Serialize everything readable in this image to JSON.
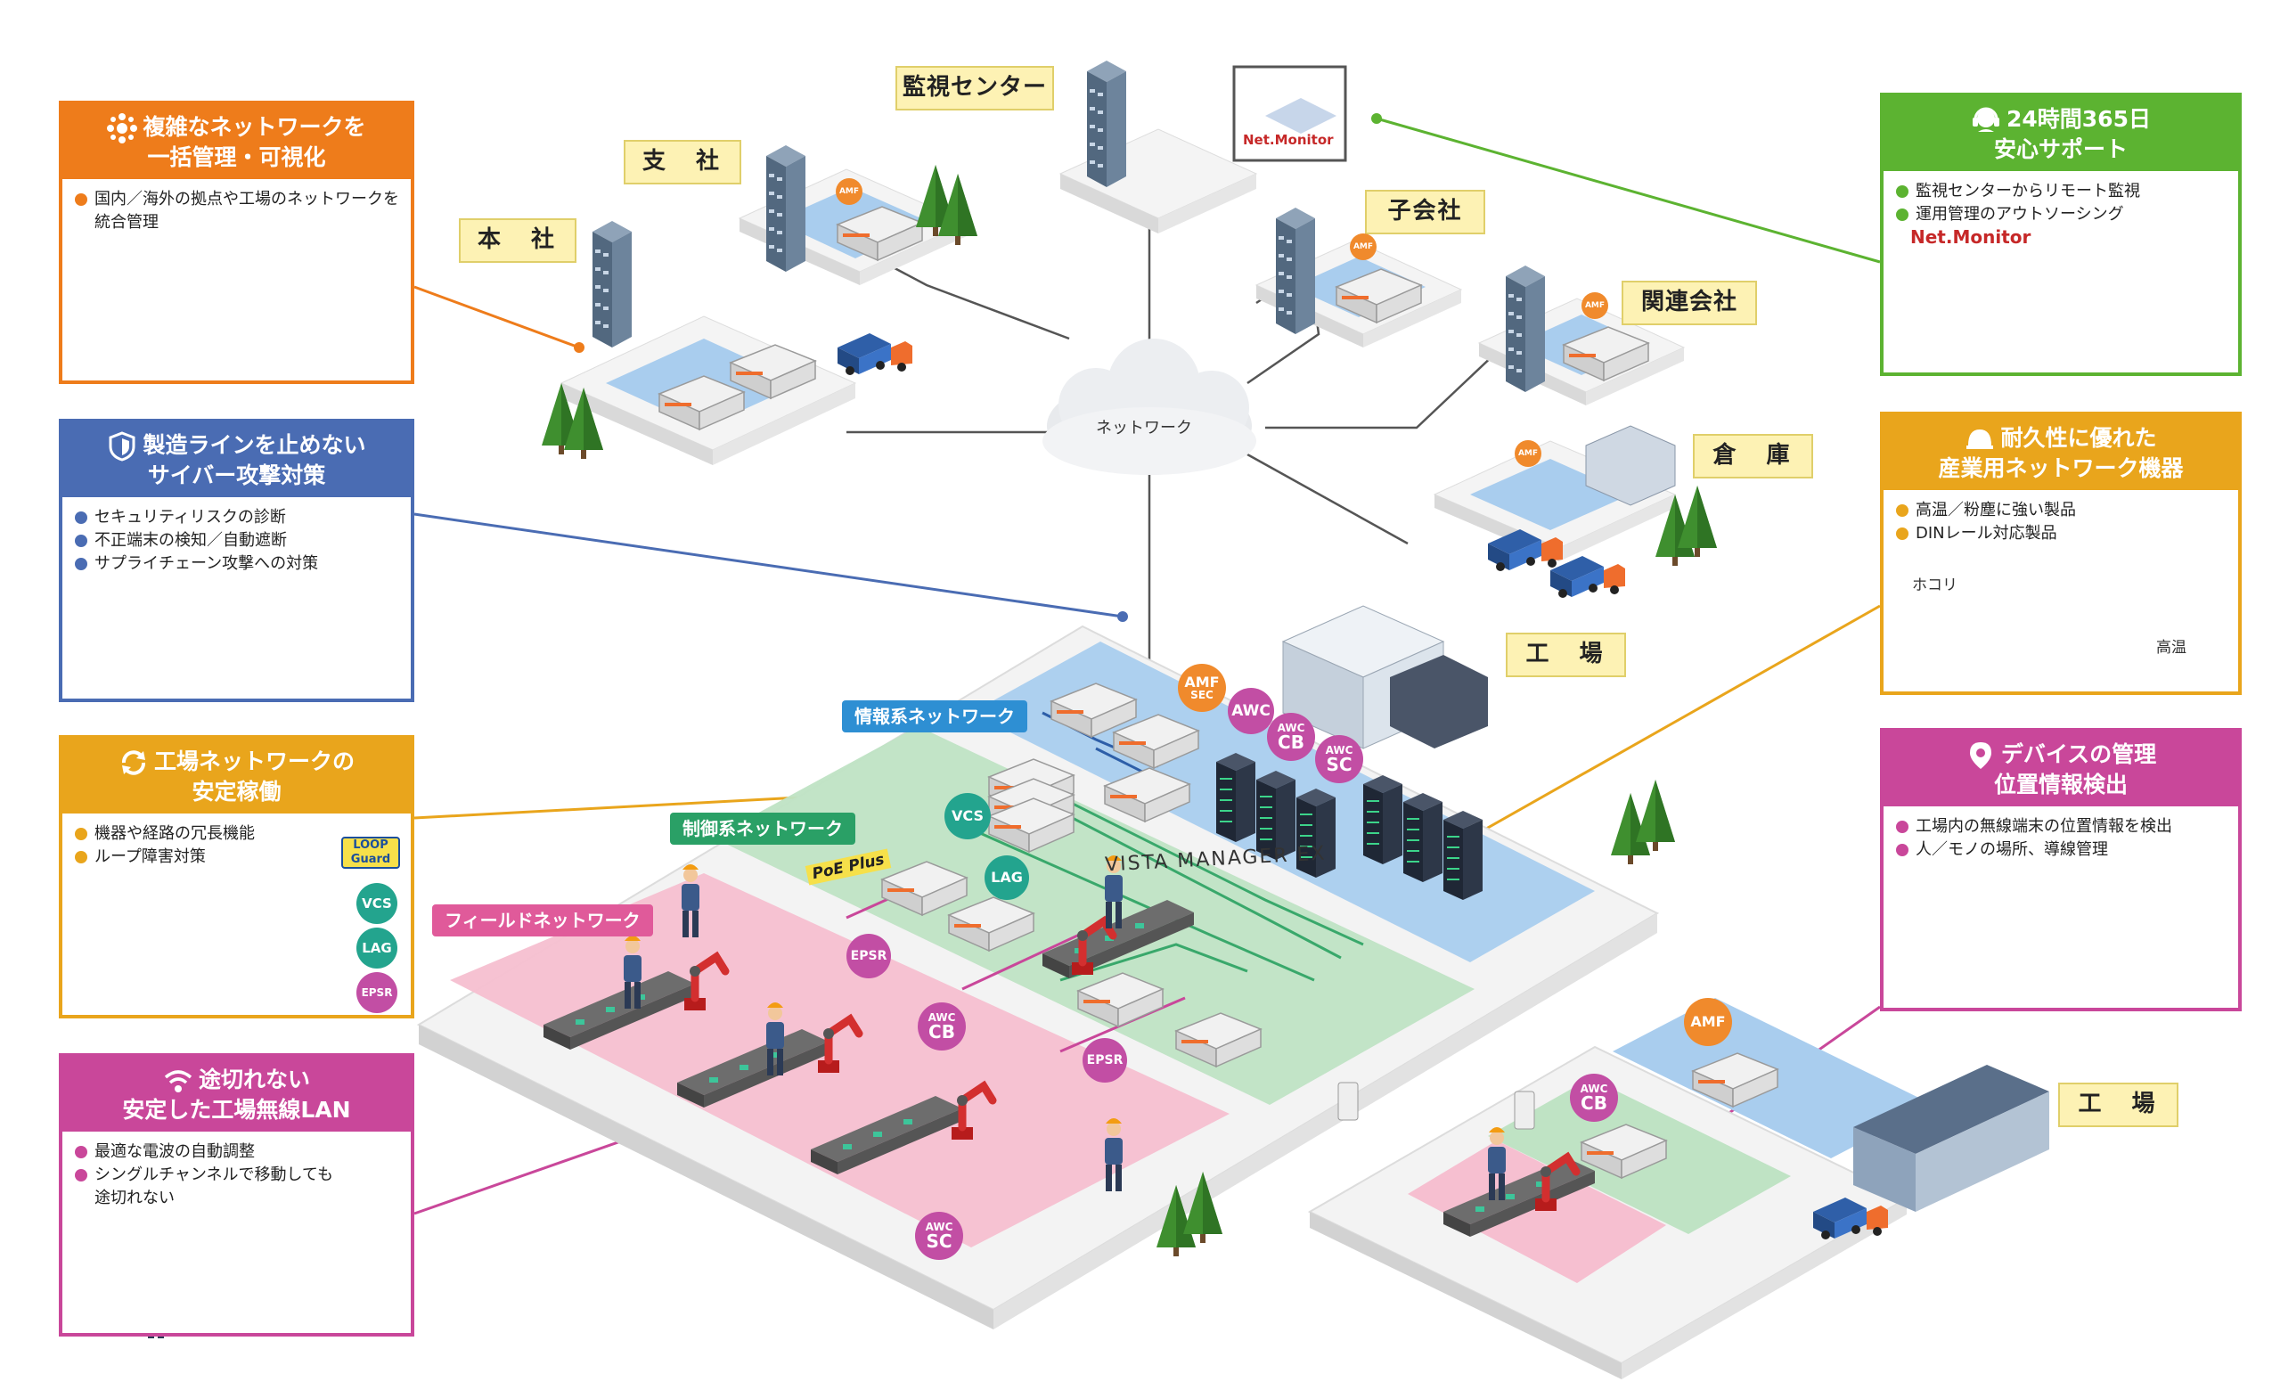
{
  "locations": {
    "monitor_center": "監視センター",
    "branch": "支　社",
    "headquarters": "本　社",
    "subsidiary": "子会社",
    "affiliate": "関連会社",
    "warehouse": "倉　庫",
    "factory_main": "工　場",
    "factory_small": "工　場"
  },
  "network_cloud": "ネットワーク",
  "product_logos": {
    "netmonitor_a": "Net.Monitor",
    "netmonitor_b": "Net.Monitor",
    "vista_manager": "VISTA MANAGER EX",
    "loop_guard": "LOOP Guard",
    "poe": "PoE Plus"
  },
  "networks": {
    "info": "情報系ネットワーク",
    "control": "制御系ネットワーク",
    "field": "フィールドネットワーク"
  },
  "badges": {
    "amf": "AMF",
    "amf_sec_top": "AMF",
    "amf_sec_bottom": "SEC",
    "awc": "AWC",
    "awc_cb_top": "AWC",
    "awc_cb_bottom": "CB",
    "awc_sc_top": "AWC",
    "awc_sc_bottom": "SC",
    "vcs": "VCS",
    "lag": "LAG",
    "epsr": "EPSR"
  },
  "panels": {
    "visualize": {
      "title_line1": "複雑なネットワークを",
      "title_line2": "一括管理・可視化",
      "items": [
        "国内／海外の拠点や工場のネットワークを統合管理"
      ]
    },
    "cyber": {
      "title_line1": "製造ラインを止めない",
      "title_line2": "サイバー攻撃対策",
      "items": [
        "セキュリティリスクの診断",
        "不正端末の検知／自動遮断",
        "サプライチェーン攻撃への対策"
      ]
    },
    "stable": {
      "title_line1": "工場ネットワークの",
      "title_line2": "安定稼働",
      "items": [
        "機器や経路の冗長機能",
        "ループ障害対策"
      ]
    },
    "wlan": {
      "title_line1": "途切れない",
      "title_line2": "安定した工場無線LAN",
      "items": [
        "最適な電波の自動調整",
        "シングルチャンネルで移動しても途切れない"
      ]
    },
    "support": {
      "title_line1": "24時間365日",
      "title_line2": "安心サポート",
      "items": [
        "監視センターからリモート監視",
        "運用管理のアウトソーシング"
      ]
    },
    "durable": {
      "title_line1": "耐久性に優れた",
      "title_line2": "産業用ネットワーク機器",
      "items": [
        "高温／粉塵に強い製品",
        "DINレール対応製品"
      ],
      "dust_label": "ホコリ",
      "heat_label": "高温"
    },
    "device": {
      "title_line1": "デバイスの管理",
      "title_line2": "位置情報検出",
      "items": [
        "工場内の無線端末の位置情報を検出",
        "人／モノの場所、導線管理"
      ]
    }
  },
  "colors": {
    "orange": "#ee7c1b",
    "blue": "#4a6cb3",
    "gold": "#e9a51c",
    "magenta": "#c9479a",
    "green": "#5cb331",
    "info_zone": "#a9cdee",
    "control_zone": "#bfe3c4",
    "field_zone": "#f6bfd0",
    "badge_orange": "#f08a2c",
    "badge_purple": "#c24ea4",
    "badge_teal": "#23a48e"
  }
}
